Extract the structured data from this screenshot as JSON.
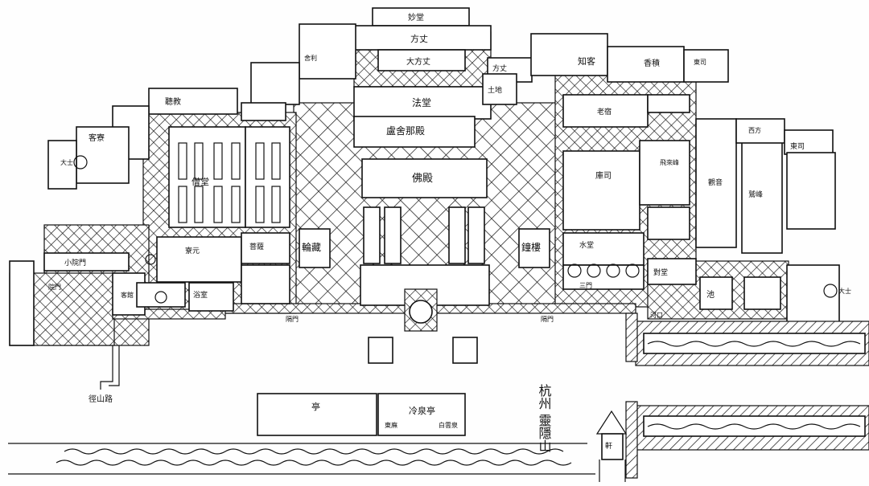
{
  "title": {
    "line1": "杭州",
    "line2": "靈隱山"
  },
  "labels": {
    "dafangzhang": "大方丈",
    "fangzhang": "方丈",
    "fangzhang_top": "方丈",
    "miaotang": "妙堂",
    "zhike": "知客",
    "xiangdi": "香積",
    "dongsi": "東司",
    "fatang": "法堂",
    "tudi": "土地",
    "ludifangdian": "盧舍那殿",
    "fodian": "佛殿",
    "laosu": "老宿",
    "kudi": "庫司",
    "shuitang": "水堂",
    "lunzang": "輪藏",
    "zhonglou": "鐘樓",
    "sengtang": "僧堂",
    "kewu": "客寮",
    "tingjia": "聽教",
    "liaoyuan": "寮元",
    "jiatang": "浴室",
    "pulan": "菩薩",
    "duigong": "對堂",
    "dongsi_right": "東司",
    "yuanmen": "院門",
    "xiaoyuanmen": "小院門",
    "hongmen_left": "隔門",
    "hongmen_right": "隔門",
    "ting": "亭",
    "lengquanting": "冷泉亭",
    "baiyuanxuan": "白雲泉",
    "dongzhuo": "東廡",
    "jingshanlu": "徑山路",
    "chi": "池",
    "dashi_left": "大士",
    "dashi_right": "大士",
    "keting": "客館",
    "shiguan": "舍利",
    "guanyin": "觀音",
    "jiu": "鷲峰",
    "xibang": "西方",
    "feilai": "飛來峰",
    "sanmen": "三門",
    "hemen": "河口",
    "xuan": "軒"
  },
  "colors": {
    "ink": "#111111",
    "paper": "#fefefe"
  }
}
